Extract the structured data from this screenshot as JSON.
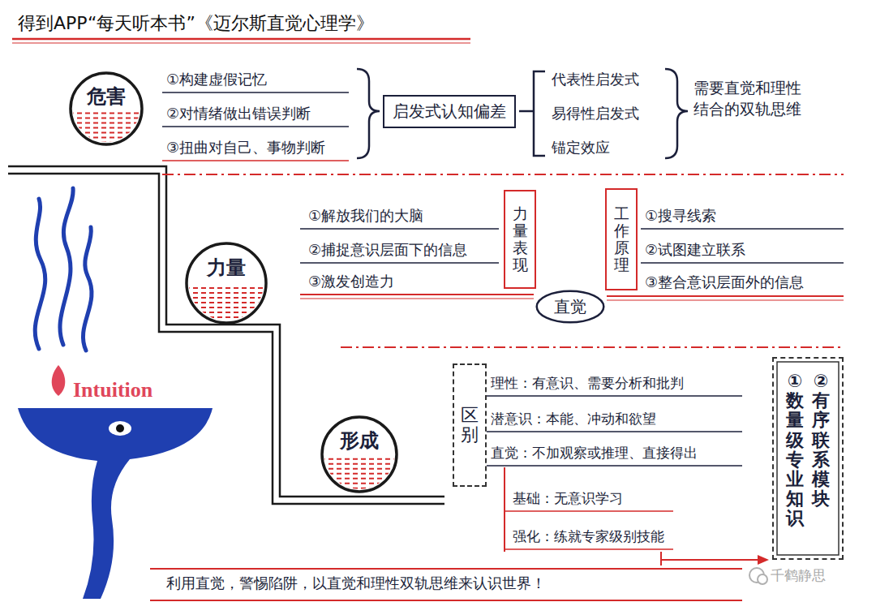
{
  "diagram": {
    "title": "得到APP“每天听本书”《迈尔斯直觉心理学》",
    "caption": "利用直觉，警惕陷阱，以直觉和理性双轨思维来认识世界！",
    "nodes": [
      {
        "text": [
          "危害"
        ]
      },
      {
        "text": [
          "启发式认知偏差"
        ]
      },
      {
        "text": [
          "力量"
        ]
      },
      {
        "text": [
          "力量表现"
        ]
      },
      {
        "text": [
          "工作原理"
        ]
      },
      {
        "text": [
          "直觉"
        ]
      },
      {
        "text": [
          "形成"
        ]
      },
      {
        "text": [
          "区别"
        ]
      },
      {
        "text": [
          "①数量级专业知识",
          "②有序联系模块"
        ]
      }
    ],
    "labels": [
      "①构建虚假记忆",
      "②对情绪做出错误判断",
      "③扭曲对自己、事物判断",
      "代表性启发式",
      "易得性启发式",
      "锚定效应",
      "需要直觉和理性结合的双轨思维",
      "①解放我们的大脑",
      "②捕捉意识层面下的信息",
      "③激发创造力",
      "①搜寻线索",
      "②试图建立联系",
      "③整合意识层面外的信息",
      "理性：有意识、需要分析和批判",
      "潜意识：本能、冲动和欲望",
      "直觉：不加观察或推理、直接得出",
      "基础：无意识学习",
      "强化：练就专家级别技能",
      "Intuition",
      "千鹤静思"
    ]
  }
}
